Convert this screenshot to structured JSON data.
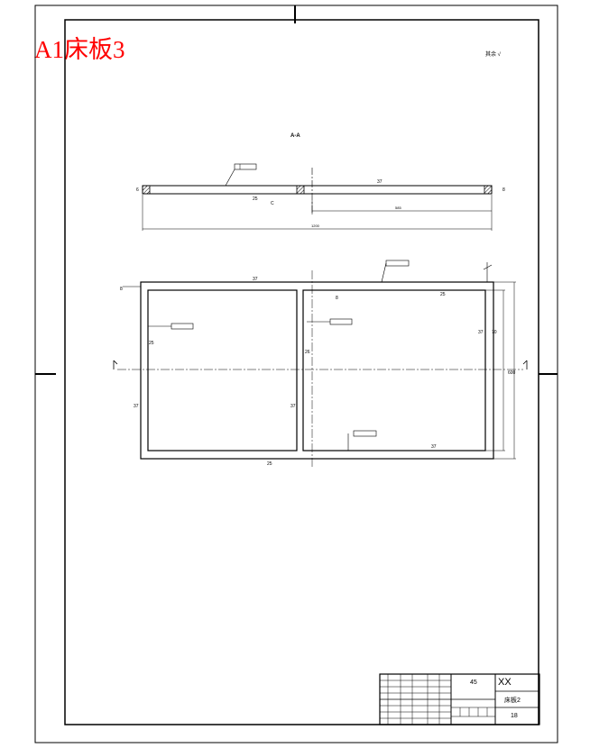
{
  "sheet": {
    "title": "A1床板3"
  },
  "title_block": {
    "material": "45",
    "company": "XX",
    "drawing_name": "床板2",
    "sheet_count": "18"
  },
  "colors": {
    "title": "#ff0000",
    "line": "#000000",
    "background": "#ffffff"
  }
}
